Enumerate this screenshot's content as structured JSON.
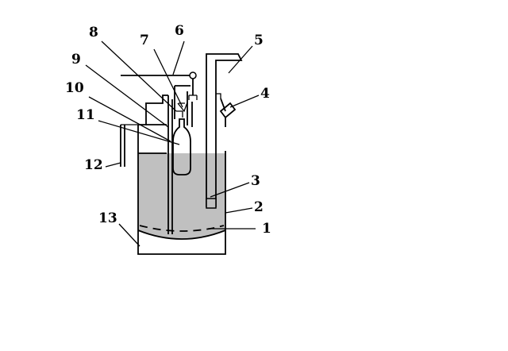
{
  "diagram": {
    "labels": [
      "1",
      "2",
      "3",
      "4",
      "5",
      "6",
      "7",
      "8",
      "9",
      "10",
      "11",
      "12",
      "13"
    ],
    "colors": {
      "liquid": "#c0c0c0",
      "line": "#000000",
      "background": "#ffffff"
    }
  }
}
